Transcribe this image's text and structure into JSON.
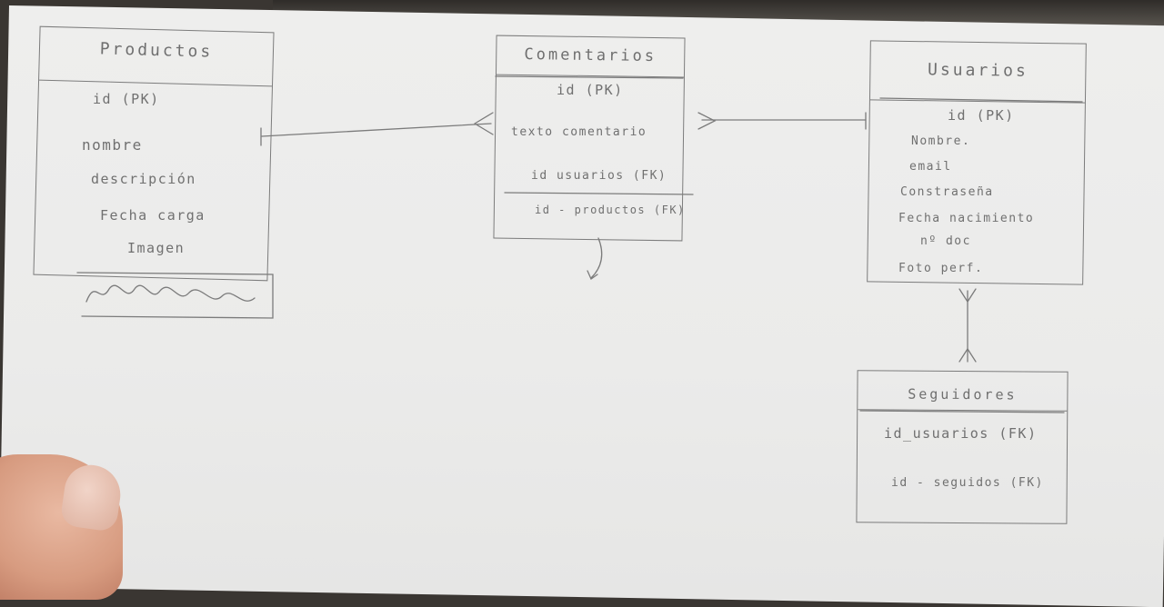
{
  "entities": {
    "productos": {
      "title": "Productos",
      "attrs": [
        "id (PK)",
        "nombre",
        "descripción",
        "Fecha carga",
        "Imagen"
      ]
    },
    "comentarios": {
      "title": "Comentarios",
      "attrs": [
        "id (PK)",
        "texto comentario",
        "id usuarios (FK)",
        "id - productos (FK)"
      ]
    },
    "usuarios": {
      "title": "Usuarios",
      "attrs": [
        "id (PK)",
        "Nombre.",
        "email",
        "Constraseña",
        "Fecha nacimiento",
        "nº doc",
        "Foto perf."
      ]
    },
    "seguidores": {
      "title": "Seguidores",
      "attrs": [
        "id_usuarios (FK)",
        "id - seguidos (FK)"
      ]
    }
  },
  "colors": {
    "paper": "#ececeb",
    "pencil": "#7a7a7a",
    "background": "#3a3632"
  }
}
